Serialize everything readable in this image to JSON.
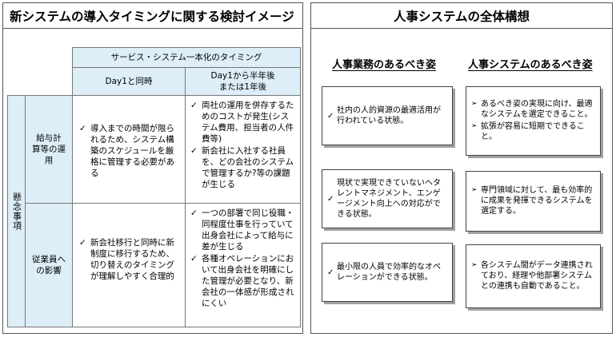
{
  "left": {
    "title": "新システムの導入タイミングに関する検討イメージ",
    "header_group": "サービス・システム一本化のタイミング",
    "col1_header": "Day1と同時",
    "col2_header_line1": "Day1から半年後",
    "col2_header_line2": "または1年後",
    "category": "懸念事項",
    "rows": [
      {
        "label_lines": [
          "給与計",
          "算等の運",
          "用"
        ],
        "col1": [
          "導入までの時間が限られるため、システム構築のスケジュールを厳格に管理する必要がある"
        ],
        "col2": [
          "両社の運用を併存するためのコストが発生(システム費用、担当者の人件費等)",
          "新会社に入社する社員を、どの会社のシステムで管理するか?等の課題が生じる"
        ]
      },
      {
        "label_lines": [
          "従業員へ",
          "の影響"
        ],
        "col1": [
          "新会社移行と同時に新制度に移行するため、切り替えのタイミングが理解しやすく合理的"
        ],
        "col2": [
          "一つの部署で同じ役職・同程度仕事を行っていて出身会社によって給与に差が生じる",
          "各種オペレーションにおいて出身会社を明確にした管理が必要となり、新会社の一体感が形成されにくい"
        ]
      }
    ]
  },
  "right": {
    "title": "人事システムの全体構想",
    "col1_header": "人事業務のあるべき姿",
    "col2_header": "人事システムのあるべき姿",
    "rows": [
      {
        "business": "社内の人的資源の最適活用が行われている状態。",
        "system": [
          "あるべき姿の実現に向け、最適なシステムを選定できること。",
          "拡張が容易に短期でできること。"
        ]
      },
      {
        "business": "現状で実現できていないヘタレントマネジメント、エンゲージメント向上への対応ができる状態。",
        "system": [
          "専門領域に対して、最も効率的に成果を発揮できるシステムを選定する。"
        ]
      },
      {
        "business": "最小限の人員で効率的なオペレーションができる状態。",
        "system": [
          "各システム間がデータ連携されており、経理や他部署システムとの連携も自動であること。"
        ]
      }
    ]
  }
}
